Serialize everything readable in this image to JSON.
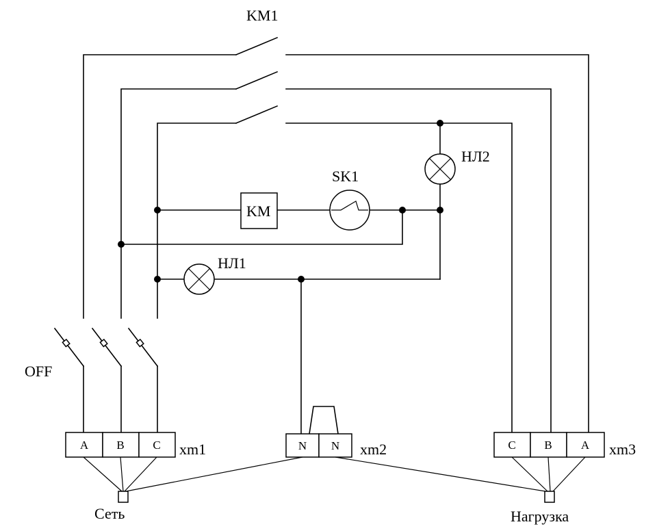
{
  "labels": {
    "km1": "KM1",
    "km": "KM",
    "sk1": "SK1",
    "hl1": "HЛ1",
    "hl2": "HЛ2",
    "off": "OFF",
    "xm1": "xm1",
    "xm2": "xm2",
    "xm3": "xm3",
    "set": "Сеть",
    "load": "Нагрузка"
  },
  "terminals": {
    "xm1": [
      "A",
      "B",
      "C"
    ],
    "xm2": [
      "N",
      "N"
    ],
    "xm3": [
      "C",
      "B",
      "A"
    ]
  }
}
